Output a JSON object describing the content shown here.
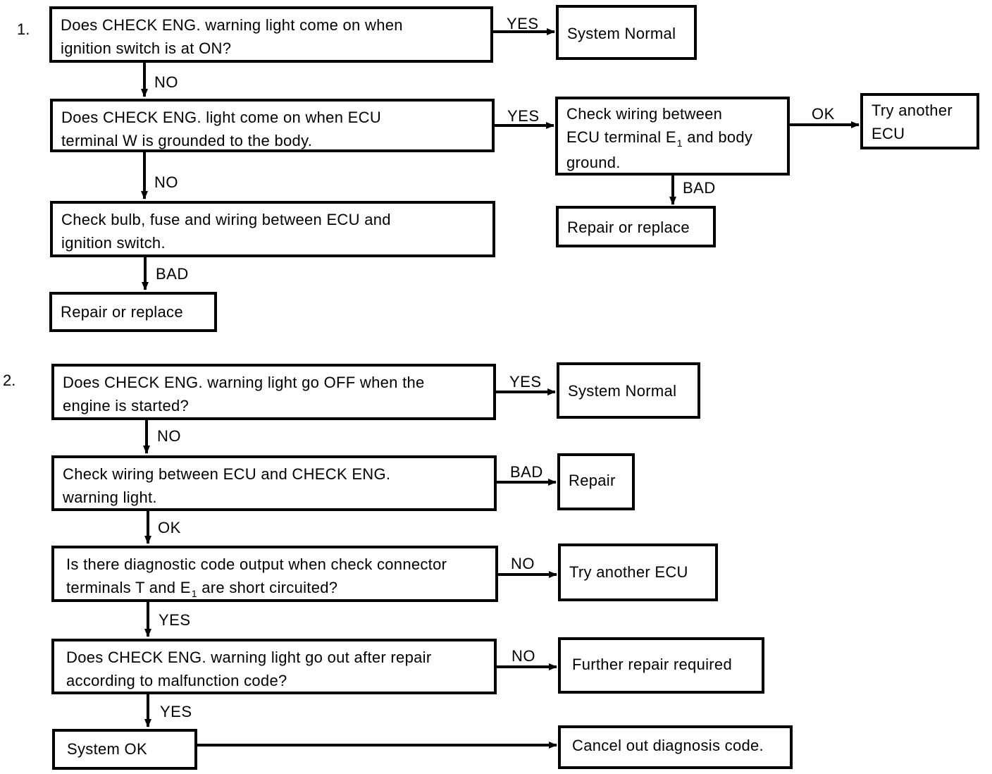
{
  "section1": {
    "number": "1.",
    "q1": {
      "line1": "Does CHECK ENG. warning light come on when",
      "line2": "ignition switch is at ON?"
    },
    "q1_yes_label": "YES",
    "q1_yes_result": "System Normal",
    "q1_no_label": "NO",
    "q2": {
      "line1": "Does CHECK ENG. light come on when ECU",
      "line2": "terminal W is grounded to the body."
    },
    "q2_yes_label": "YES",
    "check_e1": {
      "line1": "Check wiring between",
      "line2a": "ECU terminal E",
      "line2_sub": "1",
      "line2b": " and body",
      "line3": "ground."
    },
    "check_e1_ok_label": "OK",
    "try_ecu": {
      "line1": "Try another",
      "line2": "ECU"
    },
    "check_e1_bad_label": "BAD",
    "repair_replace_right": "Repair or replace",
    "q2_no_label": "NO",
    "check_bulb": {
      "line1": "Check bulb, fuse and wiring between ECU and",
      "line2": "ignition switch."
    },
    "check_bulb_bad_label": "BAD",
    "repair_replace_left": "Repair or replace"
  },
  "section2": {
    "number": "2.",
    "q1": {
      "line1": "Does CHECK ENG. warning light go OFF when the",
      "line2": "engine is started?"
    },
    "q1_yes_label": "YES",
    "q1_yes_result": "System Normal",
    "q1_no_label": "NO",
    "check_wiring": {
      "line1": "Check wiring between ECU and CHECK ENG.",
      "line2": "warning light."
    },
    "check_wiring_bad_label": "BAD",
    "repair": "Repair",
    "check_wiring_ok_label": "OK",
    "q3": {
      "line1": "Is there diagnostic code output when check connector",
      "line2a": "terminals T and E",
      "line2_sub": "1",
      "line2b": "  are short circuited?"
    },
    "q3_no_label": "NO",
    "try_ecu": "Try another ECU",
    "q3_yes_label": "YES",
    "q4": {
      "line1": "Does CHECK ENG. warning light go out after repair",
      "line2": "according to malfunction code?"
    },
    "q4_no_label": "NO",
    "further_repair": "Further repair required",
    "q4_yes_label": "YES",
    "system_ok": "System OK",
    "cancel_code": "Cancel out diagnosis code."
  }
}
